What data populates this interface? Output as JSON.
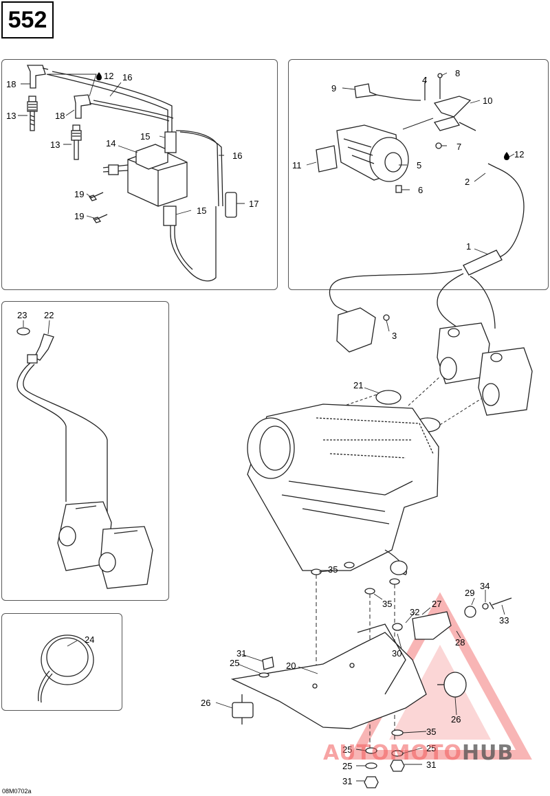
{
  "page": {
    "number": "552",
    "diagram_code": "08M0702a"
  },
  "callouts": [
    {
      "id": "c18a",
      "text": "18"
    },
    {
      "id": "c12a",
      "text": "12"
    },
    {
      "id": "c16a",
      "text": "16"
    },
    {
      "id": "c13a",
      "text": "13"
    },
    {
      "id": "c18b",
      "text": "18"
    },
    {
      "id": "c13b",
      "text": "13"
    },
    {
      "id": "c15a",
      "text": "15"
    },
    {
      "id": "c14",
      "text": "14"
    },
    {
      "id": "c16b",
      "text": "16"
    },
    {
      "id": "c19a",
      "text": "19"
    },
    {
      "id": "c17",
      "text": "17"
    },
    {
      "id": "c15b",
      "text": "15"
    },
    {
      "id": "c19b",
      "text": "19"
    },
    {
      "id": "c9",
      "text": "9"
    },
    {
      "id": "c4",
      "text": "4"
    },
    {
      "id": "c8",
      "text": "8"
    },
    {
      "id": "c10",
      "text": "10"
    },
    {
      "id": "c7",
      "text": "7"
    },
    {
      "id": "c11",
      "text": "11"
    },
    {
      "id": "c5",
      "text": "5"
    },
    {
      "id": "c6",
      "text": "6"
    },
    {
      "id": "c12b",
      "text": "12"
    },
    {
      "id": "c2",
      "text": "2"
    },
    {
      "id": "c1",
      "text": "1"
    },
    {
      "id": "c3",
      "text": "3"
    },
    {
      "id": "c23",
      "text": "23"
    },
    {
      "id": "c22",
      "text": "22"
    },
    {
      "id": "c21",
      "text": "21"
    },
    {
      "id": "c35a",
      "text": "35"
    },
    {
      "id": "c35b",
      "text": "35"
    },
    {
      "id": "c29",
      "text": "29"
    },
    {
      "id": "c34",
      "text": "34"
    },
    {
      "id": "c27",
      "text": "27"
    },
    {
      "id": "c32",
      "text": "32"
    },
    {
      "id": "c33",
      "text": "33"
    },
    {
      "id": "c24",
      "text": "24"
    },
    {
      "id": "c28",
      "text": "28"
    },
    {
      "id": "c30",
      "text": "30"
    },
    {
      "id": "c31a",
      "text": "31"
    },
    {
      "id": "c25a",
      "text": "25"
    },
    {
      "id": "c20",
      "text": "20"
    },
    {
      "id": "c26a",
      "text": "26"
    },
    {
      "id": "c26b",
      "text": "26"
    },
    {
      "id": "c35c",
      "text": "35"
    },
    {
      "id": "c25b",
      "text": "25"
    },
    {
      "id": "c25c",
      "text": "25"
    },
    {
      "id": "c25d",
      "text": "25"
    },
    {
      "id": "c31b",
      "text": "31"
    },
    {
      "id": "c31c",
      "text": "31"
    }
  ],
  "watermark": {
    "part1": "AUTOMOTO",
    "part2": "HUB"
  },
  "colors": {
    "line": "#222222",
    "panel_border": "#555555",
    "watermark_red": "#f05a5a",
    "watermark_gray": "#555555"
  }
}
